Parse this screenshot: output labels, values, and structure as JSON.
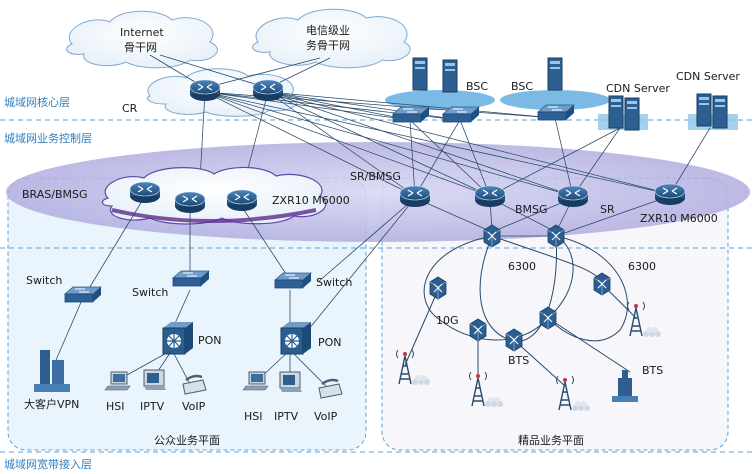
{
  "layers": {
    "core": "城域网核心层",
    "service_control": "城域网业务控制层",
    "access": "城域网宽带接入层"
  },
  "clouds": {
    "internet": [
      "Internet",
      "骨干网"
    ],
    "telecom": [
      "电信级业",
      "务骨干网"
    ]
  },
  "labels": {
    "cr": "CR",
    "bsc_left": "BSC",
    "bsc_right": "BSC",
    "cdn_left": "CDN Server",
    "cdn_right": "CDN Server",
    "bras": "BRAS/BMSG",
    "zxr_left": "ZXR10 M6000",
    "sr_bmsg": "SR/BMSG",
    "bmsg": "BMSG",
    "sr": "SR",
    "zxr_right": "ZXR10 M6000",
    "switch_left": "Switch",
    "switch_mid": "Switch",
    "switch_right": "Switch",
    "pon_left": "PON",
    "pon_right": "PON",
    "big_customer": "大客户VPN",
    "hsi_1": "HSI",
    "iptv_1": "IPTV",
    "voip_1": "VoIP",
    "hsi_2": "HSI",
    "iptv_2": "IPTV",
    "voip_2": "VoIP",
    "ring_6300_left": "6300",
    "ring_6300_right": "6300",
    "ring_10g": "10G",
    "bts_left": "BTS",
    "bts_right": "BTS"
  },
  "planes": {
    "public": "公众业务平面",
    "premium": "精品业务平面"
  },
  "colors": {
    "layer_text": "#2f7fbf",
    "dashed_line": "#5aa0d8",
    "ellipse": "#b7b5e3",
    "router": "#2a5e8e",
    "cloud_stroke": "#7fa9d0"
  }
}
